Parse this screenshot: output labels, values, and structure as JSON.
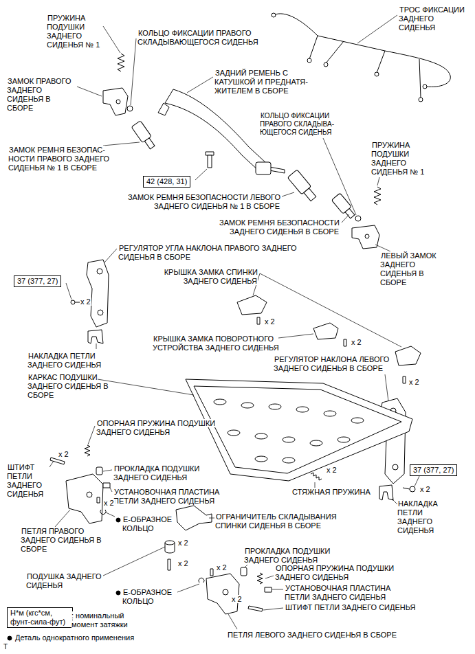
{
  "diagram": {
    "nodes": [
      {
        "text": [
          "42 (428, 31)"
        ]
      },
      {
        "text": [
          "37 (377, 27)"
        ]
      },
      {
        "text": [
          "37 (377, 27)"
        ]
      },
      {
        "text": [
          "Н*м (кгс*см, фунт-сила-фут)"
        ]
      }
    ],
    "labels": [
      "ТРОС ФИКСАЦИИ ЗАДНЕГО СИДЕНЬЯ",
      "ПРУЖИНА ПОДУШКИ ЗАДНЕГО СИДЕНЬЯ № 1",
      "КОЛЬЦО ФИКСАЦИИ ПРАВОГО СКЛАДЫВАЮЩЕГОСЯ СИДЕНЬЯ",
      "ЗАДНИЙ РЕМЕНЬ С КАТУШКОЙ И ПРЕДНАТЯ- ЖИТЕЛЕМ В СБОРЕ",
      "ЗАМОК ПРАВОГО ЗАДНЕГО СИДЕНЬЯ В СБОРЕ",
      "КОЛЬЦО ФИКСАЦИИ ПРАВОГО СКЛАДЫВА- ЮЩЕГОСЯ СИДЕНЬЯ",
      "ПРУЖИНА ПОДУШКИ ЗАДНЕГО СИДЕНЬЯ № 1",
      "ЗАМОК РЕМНЯ БЕЗОПАС- НОСТИ ПРАВОГО ЗАДНЕГО СИДЕНЬЯ № 1 В СБОРЕ",
      "ЗАМОК РЕМНЯ БЕЗОПАСНОСТИ ЛЕВОГО ЗАДНЕГО СИДЕНЬЯ № 1 В СБОРЕ",
      "ЗАМОК РЕМНЯ БЕЗОПАСНОСТИ ЗАДНЕГО СИДЕНЬЯ В СБОРЕ",
      "РЕГУЛЯТОР УГЛА НАКЛОНА ПРАВОГО ЗАДНЕГО СИДЕНЬЯ В СБОРЕ",
      "ЛЕВЫЙ ЗАМОК ЗАДНЕГО СИДЕНЬЯ В СБОРЕ",
      "КРЫШКА ЗАМКА СПИНКИ ЗАДНЕГО СИДЕНЬЯ",
      "x 2",
      "x 2",
      "x 2",
      "КРЫШКА ЗАМКА ПОВОРОТНОГО УСТРОЙСТВА ЗАДНЕГО СИДЕНЬЯ",
      "НАКЛАДКА ПЕТЛИ ЗАДНЕГО СИДЕНЬЯ",
      "РЕГУЛЯТОР НАКЛОНА ЛЕВОГО ЗАДНЕГО СИДЕНЬЯ В СБОРЕ",
      "КАРКАС ПОДУШКИ ЗАДНЕГО СИДЕНЬЯ В СБОРЕ",
      "x 2",
      "ОПОРНАЯ ПРУЖИНА ПОДУШКИ ЗАДНЕГО СИДЕНЬЯ",
      "x 2",
      "ШТИФТ ПЕТЛИ ЗАДНЕГО СИДЕНЬЯ",
      "ПРОКЛАДКА ПОДУШКИ ЗАДНЕГО СИДЕНЬЯ",
      "x 2",
      "УСТАНОВОЧНАЯ ПЛАСТИНА ПЕТЛИ ЗАДНЕГО СИДЕНЬЯ",
      "СТЯЖНАЯ ПРУЖИНА",
      "x 2",
      "НАКЛАДКА ПЕТЛИ ЗАДНЕГО СИДЕНЬЯ",
      "x 2",
      "Е-ОБРАЗНОЕ КОЛЬЦО",
      "ОГРАНИЧИТЕЛЬ СКЛАДЫВАНИЯ СПИНКИ СИДЕНЬЯ В СБОРЕ",
      "ПЕТЛЯ ПРАВОГО ЗАДНЕГО СИДЕНЬЯ В СБОРЕ",
      "x 2",
      "ПРОКЛАДКА ПОДУШКИ ЗАДНЕГО СИДЕНЬЯ",
      "x 2",
      "ОПОРНАЯ ПРУЖИНА ПОДУШКИ ЗАДНЕГО СИДЕНЬЯ",
      "x 2",
      "ПОДУШКА ЗАДНЕГО СИДЕНЬЯ",
      "x 2",
      "Е-ОБРАЗНОЕ КОЛЬЦО",
      "УСТАНОВОЧНАЯ ПЛАСТИНА ПЕТЛИ ЗАДНЕГО СИДЕНЬЯ",
      "ШТИФТ ПЕТЛИ ЗАДНЕГО СИДЕНЬЯ",
      "ПЕТЛЯ ЛЕВОГО ЗАДНЕГО СИДЕНЬЯ В СБОРЕ",
      "T"
    ],
    "legend": [
      {
        "text": ": номинальный момент затяжки"
      },
      {
        "text": "Деталь однократного применения"
      }
    ]
  }
}
